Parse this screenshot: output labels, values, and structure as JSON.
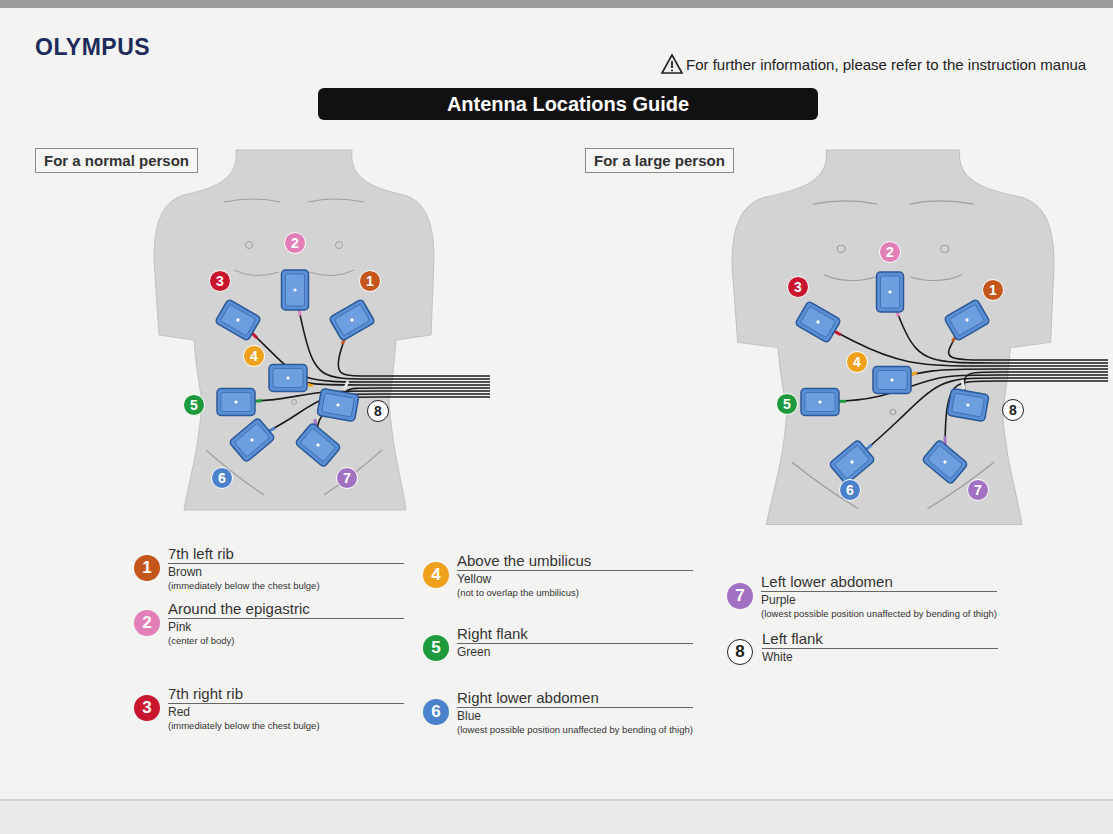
{
  "diagram": {
    "title": "Antenna Locations Guide",
    "nodes": [
      {
        "text": [
          "For a normal person"
        ]
      },
      {
        "text": [
          "For a large person"
        ]
      },
      {
        "text": [
          "1"
        ]
      },
      {
        "text": [
          "2"
        ]
      },
      {
        "text": [
          "3"
        ]
      },
      {
        "text": [
          "4"
        ]
      },
      {
        "text": [
          "5"
        ]
      },
      {
        "text": [
          "6"
        ]
      },
      {
        "text": [
          "7"
        ]
      },
      {
        "text": [
          "8"
        ]
      },
      {
        "text": [
          "1"
        ]
      },
      {
        "text": [
          "2"
        ]
      },
      {
        "text": [
          "3"
        ]
      },
      {
        "text": [
          "4"
        ]
      },
      {
        "text": [
          "5"
        ]
      },
      {
        "text": [
          "6"
        ]
      },
      {
        "text": [
          "7"
        ]
      },
      {
        "text": [
          "8"
        ]
      },
      {
        "text": [
          "1",
          "7th left rib",
          "Brown",
          "(immediately below the chest bulge)"
        ]
      },
      {
        "text": [
          "2",
          "Around the epigastric",
          "Pink",
          "(center of body)"
        ]
      },
      {
        "text": [
          "3",
          "7th right rib",
          "Red",
          "(immediately below the chest bulge)"
        ]
      },
      {
        "text": [
          "4",
          "Above the umbilicus",
          "Yellow",
          "(not to overlap the umbilicus)"
        ]
      },
      {
        "text": [
          "5",
          "Right flank",
          "Green"
        ]
      },
      {
        "text": [
          "6",
          "Right lower abdomen",
          "Blue",
          "(lowest possible position unaffected by bending of thigh)"
        ]
      },
      {
        "text": [
          "7",
          "Left lower abdomen",
          "Purple",
          "(lowest possible position unaffected by bending of thigh)"
        ]
      },
      {
        "text": [
          "8",
          "Left flank",
          "White"
        ]
      }
    ],
    "labels": [
      "OLYMPUS",
      "For further information, please refer to the instruction manua"
    ]
  }
}
